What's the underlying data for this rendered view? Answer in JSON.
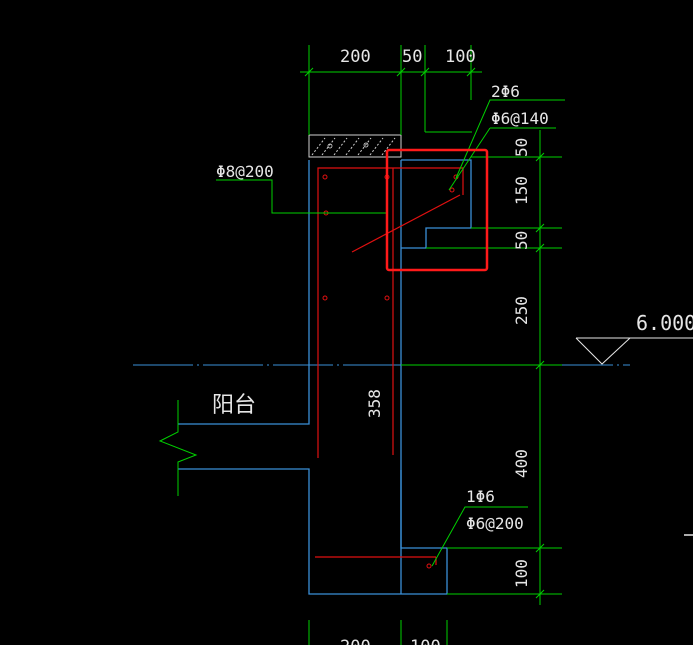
{
  "drawing": {
    "colors": {
      "background": "#000000",
      "concrete_outline": "#3a8fd8",
      "rebar": "#e01010",
      "dimension": "#00d000",
      "text": "#e6e6e6",
      "highlight": "#ff1a1a"
    },
    "top_dims": [
      "200",
      "50",
      "100"
    ],
    "right_dims": [
      "50",
      "150",
      "50",
      "250",
      "400",
      "100"
    ],
    "bottom_dims": [
      "200",
      "100"
    ],
    "callouts": {
      "top_right_bars": "2Φ6",
      "top_right_stirrup": "Φ6@140",
      "left_distribution": "Φ8@200",
      "bottom_bar": "1Φ6",
      "bottom_stirrup": "Φ6@200"
    },
    "inner_dim": "358",
    "elevation": "6.000",
    "area_label": "阳台"
  }
}
